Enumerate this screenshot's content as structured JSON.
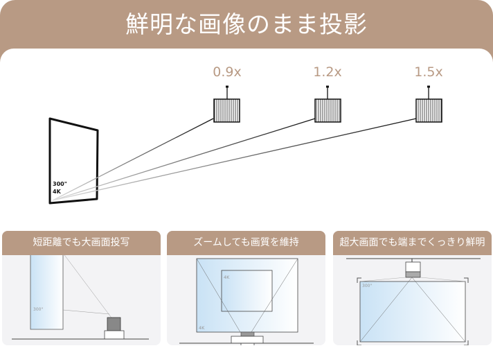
{
  "header": {
    "title": "鮮明な画像のまま投影"
  },
  "main_diagram": {
    "zoom_levels": [
      {
        "label": "0.9x"
      },
      {
        "label": "1.2x"
      },
      {
        "label": "1.5x"
      }
    ],
    "screen_size": "300\"",
    "resolution": "4K"
  },
  "panels": [
    {
      "title": "短距離でも大画面投写",
      "screen_label": "300\""
    },
    {
      "title": "ズームしても画質を維持",
      "inner_label": "4K",
      "outer_label": "4K"
    },
    {
      "title": "超大画面でも端までくっきり鮮明",
      "screen_label": "300\""
    }
  ],
  "colors": {
    "brand": "#b89a84",
    "panel_bg": "#f3f3f5",
    "screen_blue": "#cfe6f7"
  }
}
